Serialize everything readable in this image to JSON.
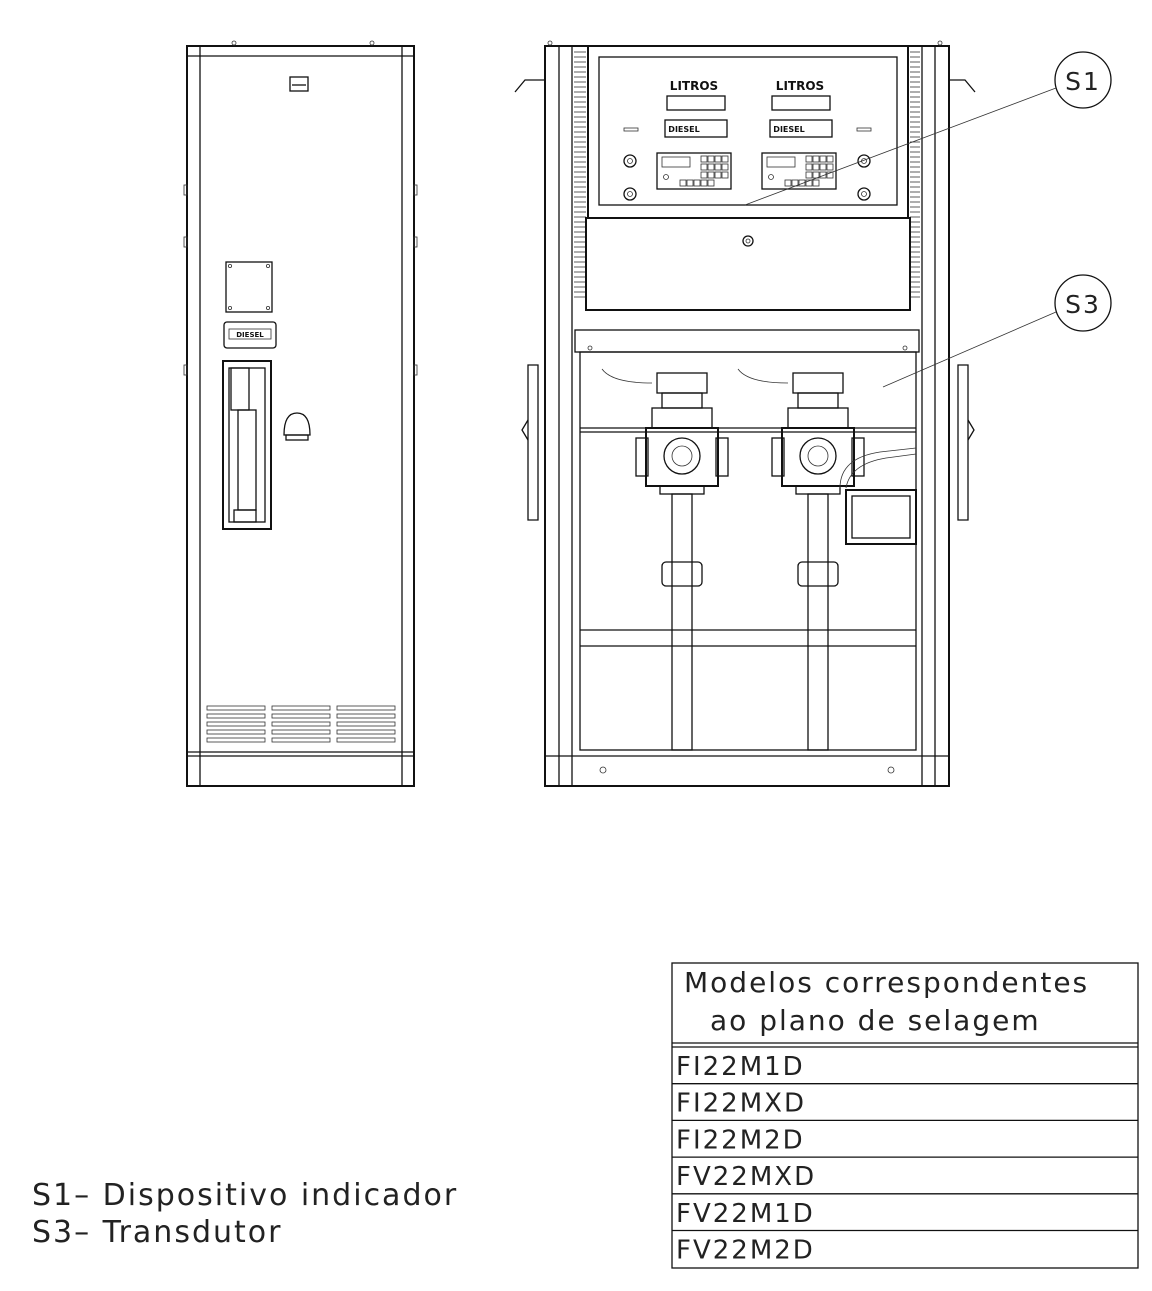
{
  "front_panel": {
    "display_label_left": "LITROS",
    "display_label_right": "LITROS",
    "product_badge_left": "DIESEL",
    "product_badge_right": "DIESEL",
    "side_badge": "DIESEL"
  },
  "callouts": {
    "s1": "S1",
    "s3": "S3"
  },
  "legend": {
    "line1": "S1– Dispositivo indicador",
    "line2": "S3– Transdutor"
  },
  "models_table": {
    "header_line1": "Modelos correspondentes",
    "header_line2": "ao plano de selagem",
    "rows": [
      "FI22M1D",
      "FI22MXD",
      "FI22M2D",
      "FV22MXD",
      "FV22M1D",
      "FV22M2D"
    ]
  }
}
